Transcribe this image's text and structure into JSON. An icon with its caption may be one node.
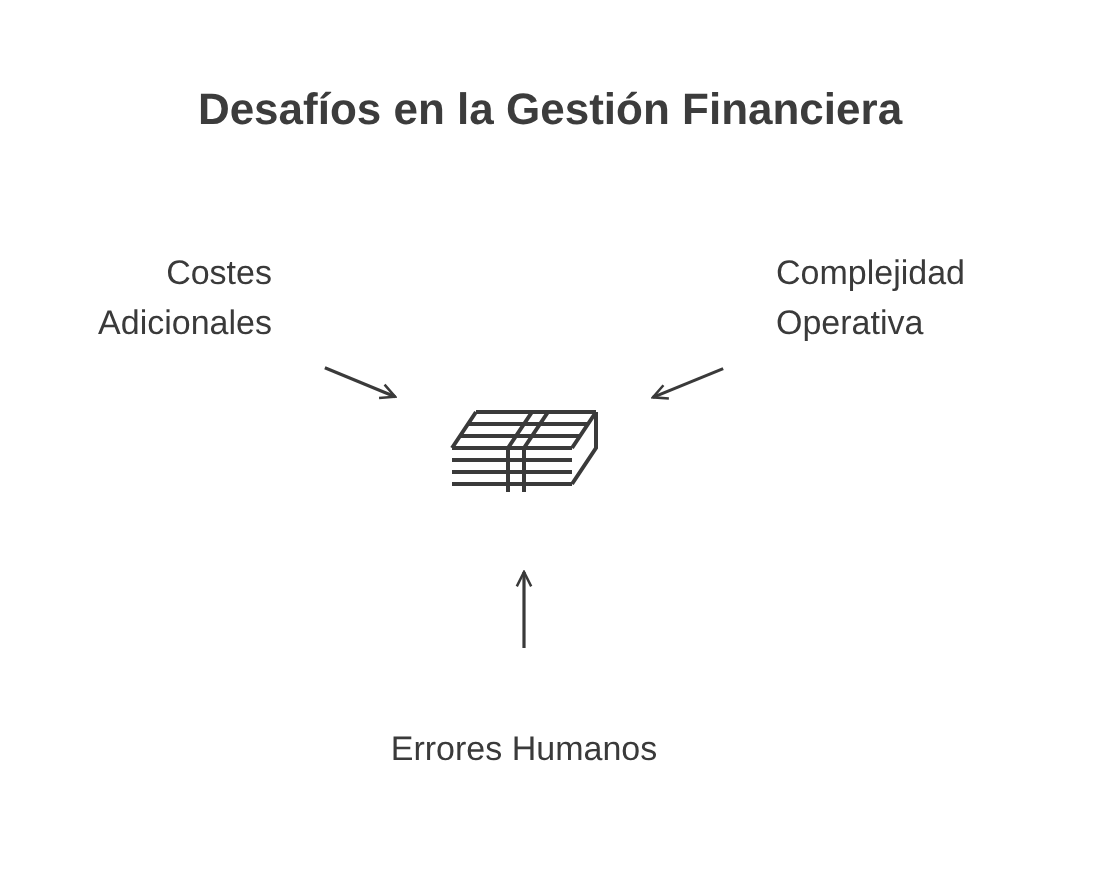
{
  "diagram": {
    "title": "Desafíos en la Gestión Financiera",
    "nodes": [
      {
        "text": [
          "Costes Adicionales"
        ]
      },
      {
        "text": [
          "Complejidad Operativa"
        ]
      },
      {
        "text": [],
        "shape": "picture"
      },
      {
        "text": [
          "Errores Humanos"
        ]
      }
    ],
    "edges": [
      {
        "from": 0,
        "to": 2,
        "arrow": "to"
      },
      {
        "from": 1,
        "to": 2,
        "arrow": "to"
      },
      {
        "from": 3,
        "to": 2,
        "arrow": "to"
      }
    ]
  }
}
